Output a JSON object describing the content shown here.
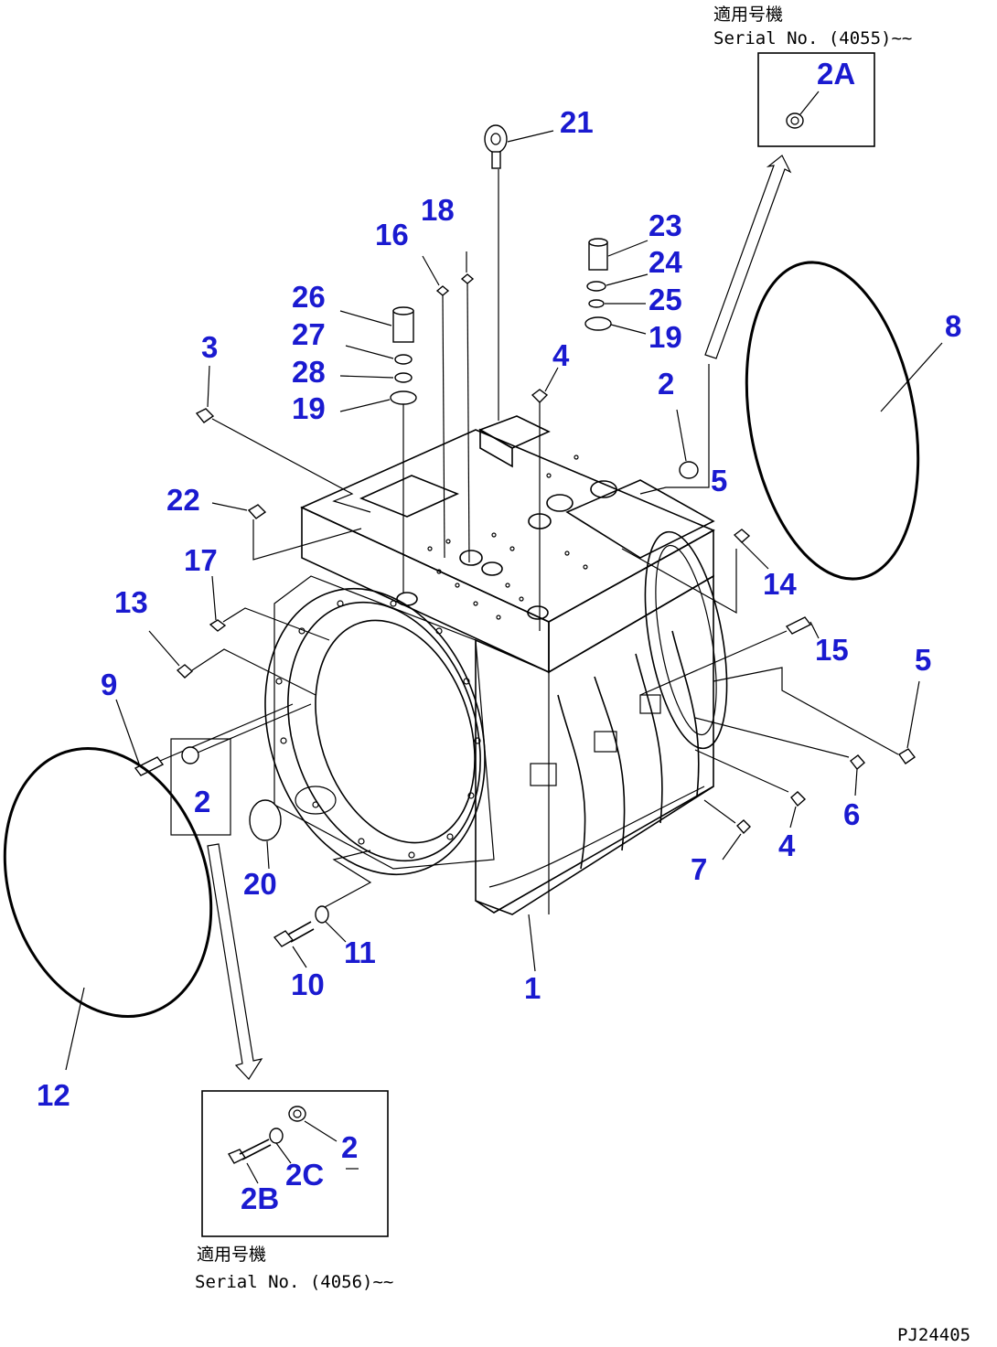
{
  "inset_top": {
    "title": "適用号機",
    "serial": "Serial No. (4055)~~",
    "part_label": "2A"
  },
  "inset_bottom": {
    "title": "適用号機",
    "serial": "Serial No. (4056)~~",
    "labels": [
      "2",
      "2C",
      "2B"
    ]
  },
  "drawing_code": "PJ24405",
  "callouts": [
    {
      "id": "c21",
      "text": "21"
    },
    {
      "id": "c18",
      "text": "18"
    },
    {
      "id": "c16",
      "text": "16"
    },
    {
      "id": "c23",
      "text": "23"
    },
    {
      "id": "c24",
      "text": "24"
    },
    {
      "id": "c25",
      "text": "25"
    },
    {
      "id": "c19a",
      "text": "19"
    },
    {
      "id": "c26",
      "text": "26"
    },
    {
      "id": "c27",
      "text": "27"
    },
    {
      "id": "c28",
      "text": "28"
    },
    {
      "id": "c19b",
      "text": "19"
    },
    {
      "id": "c3",
      "text": "3"
    },
    {
      "id": "c4a",
      "text": "4"
    },
    {
      "id": "c2a",
      "text": "2"
    },
    {
      "id": "c5a",
      "text": "5"
    },
    {
      "id": "c8",
      "text": "8"
    },
    {
      "id": "c22",
      "text": "22"
    },
    {
      "id": "c17",
      "text": "17"
    },
    {
      "id": "c14",
      "text": "14"
    },
    {
      "id": "c13",
      "text": "13"
    },
    {
      "id": "c15",
      "text": "15"
    },
    {
      "id": "c5b",
      "text": "5"
    },
    {
      "id": "c9",
      "text": "9"
    },
    {
      "id": "c2b",
      "text": "2"
    },
    {
      "id": "c6",
      "text": "6"
    },
    {
      "id": "c20",
      "text": "20"
    },
    {
      "id": "c7",
      "text": "7"
    },
    {
      "id": "c4b",
      "text": "4"
    },
    {
      "id": "c11",
      "text": "11"
    },
    {
      "id": "c10",
      "text": "10"
    },
    {
      "id": "c1",
      "text": "1"
    },
    {
      "id": "c12",
      "text": "12"
    }
  ]
}
